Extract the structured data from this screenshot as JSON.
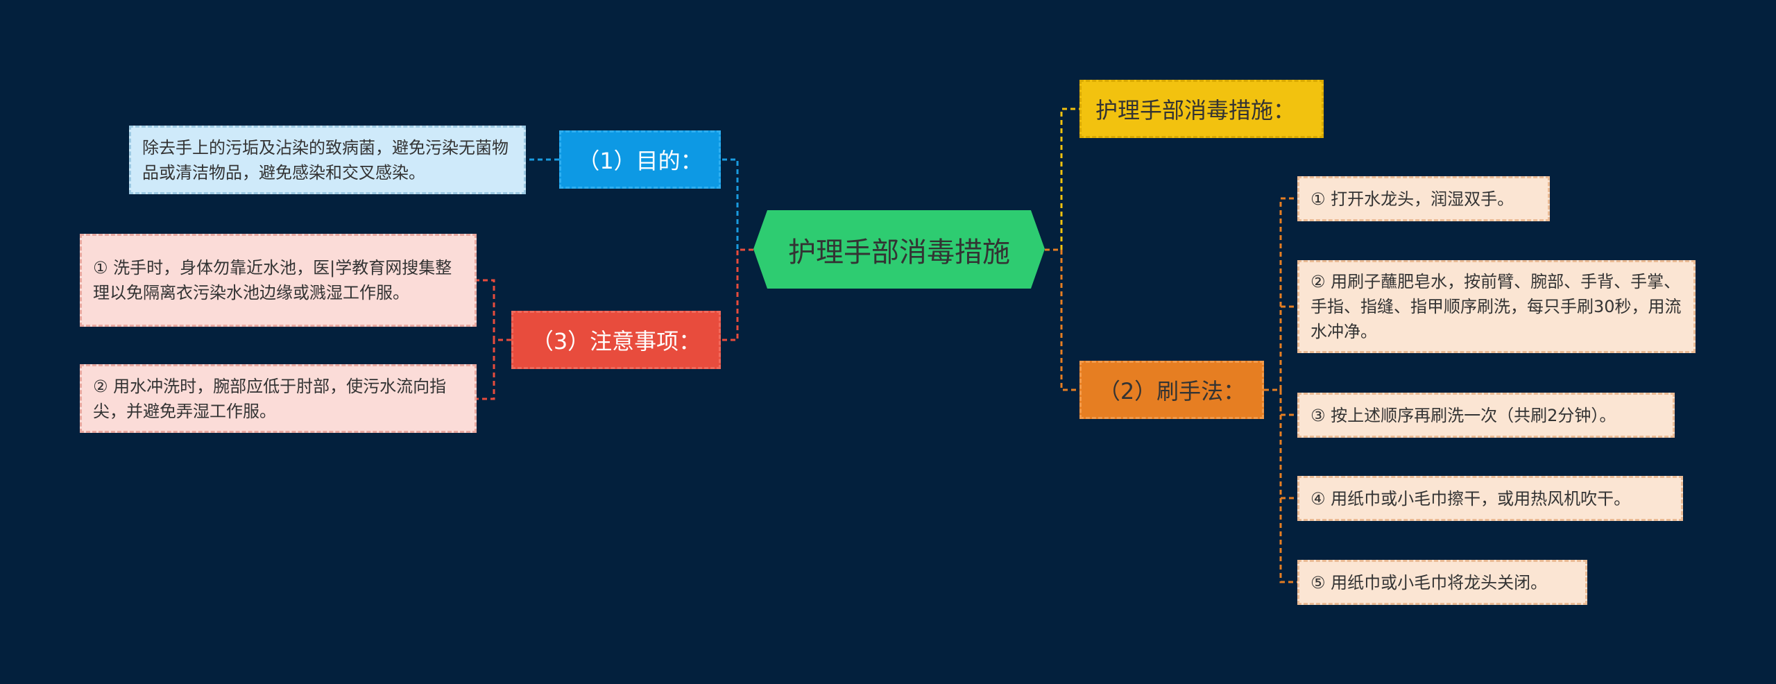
{
  "root": {
    "label": "护理手部消毒措施"
  },
  "branches": {
    "purpose": {
      "label": "（1）目的：",
      "text": "除去手上的污垢及沾染的致病菌，避免污染无菌物品或清洁物品，避免感染和交叉感染。"
    },
    "caution": {
      "label": "（3）注意事项：",
      "items": [
        "① 洗手时，身体勿靠近水池，医|学教育网搜集整理以免隔离衣污染水池边缘或溅湿工作服。",
        "② 用水冲洗时，腕部应低于肘部，使污水流向指尖，并避免弄湿工作服。"
      ]
    },
    "title": {
      "label": "护理手部消毒措施："
    },
    "brushing": {
      "label": "（2）刷手法：",
      "steps": [
        "① 打开水龙头，润湿双手。",
        "② 用刷子蘸肥皂水，按前臂、腕部、手背、手掌、手指、指缝、指甲顺序刷洗，每只手刷30秒，用流水冲净。",
        "③ 按上述顺序再刷洗一次（共刷2分钟）。",
        "④ 用纸巾或小毛巾擦干，或用热风机吹干。",
        "⑤ 用纸巾或小毛巾将龙头关闭。"
      ]
    }
  },
  "colors": {
    "background": "#03203d",
    "root": "#2ecc71",
    "purpose": "#0d99e4",
    "caution": "#e84c3d",
    "title": "#f2c20f",
    "brushing": "#e67e22"
  }
}
